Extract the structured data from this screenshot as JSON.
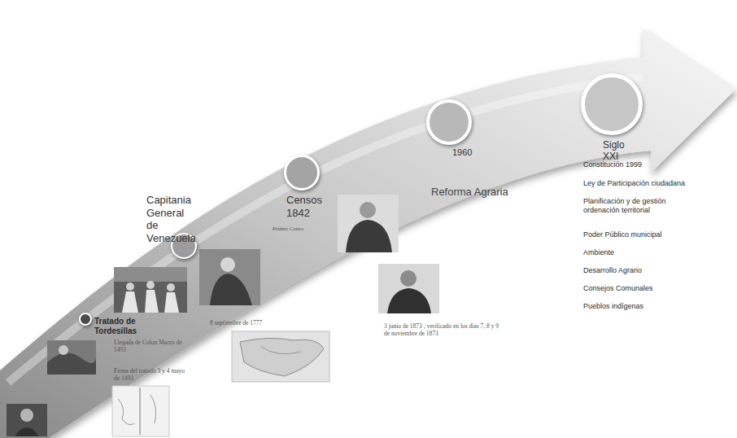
{
  "diagram": {
    "nodes": [
      {
        "text": [
          "Tratado de Tordesillas"
        ]
      },
      {
        "text": [
          "Capitania General de Venezuela"
        ]
      },
      {
        "text": [
          "Censos 1842",
          "Primer Censo"
        ]
      },
      {
        "text": [
          "1960"
        ]
      },
      {
        "text": [
          "Siglo XXI"
        ]
      }
    ],
    "labels": [
      "Llegada de Colon Marzo de 1493",
      "Firma del tratado 3 y 4 mayo de 1493",
      "8 septiembre de 1777",
      "Reforma Agraria",
      "3 junio de 1873 ; verificado en los días 7, 8 y 9 de noviembre de 1873",
      "Constitución 1999",
      "Ley de Participación ciudadana",
      "Planificación y de gestión ordenación territorial",
      "Poder Público municipal",
      "Ambiente",
      "Desarrollo Agrario",
      "Consejos Comunales",
      "Pueblos indígenas"
    ]
  }
}
